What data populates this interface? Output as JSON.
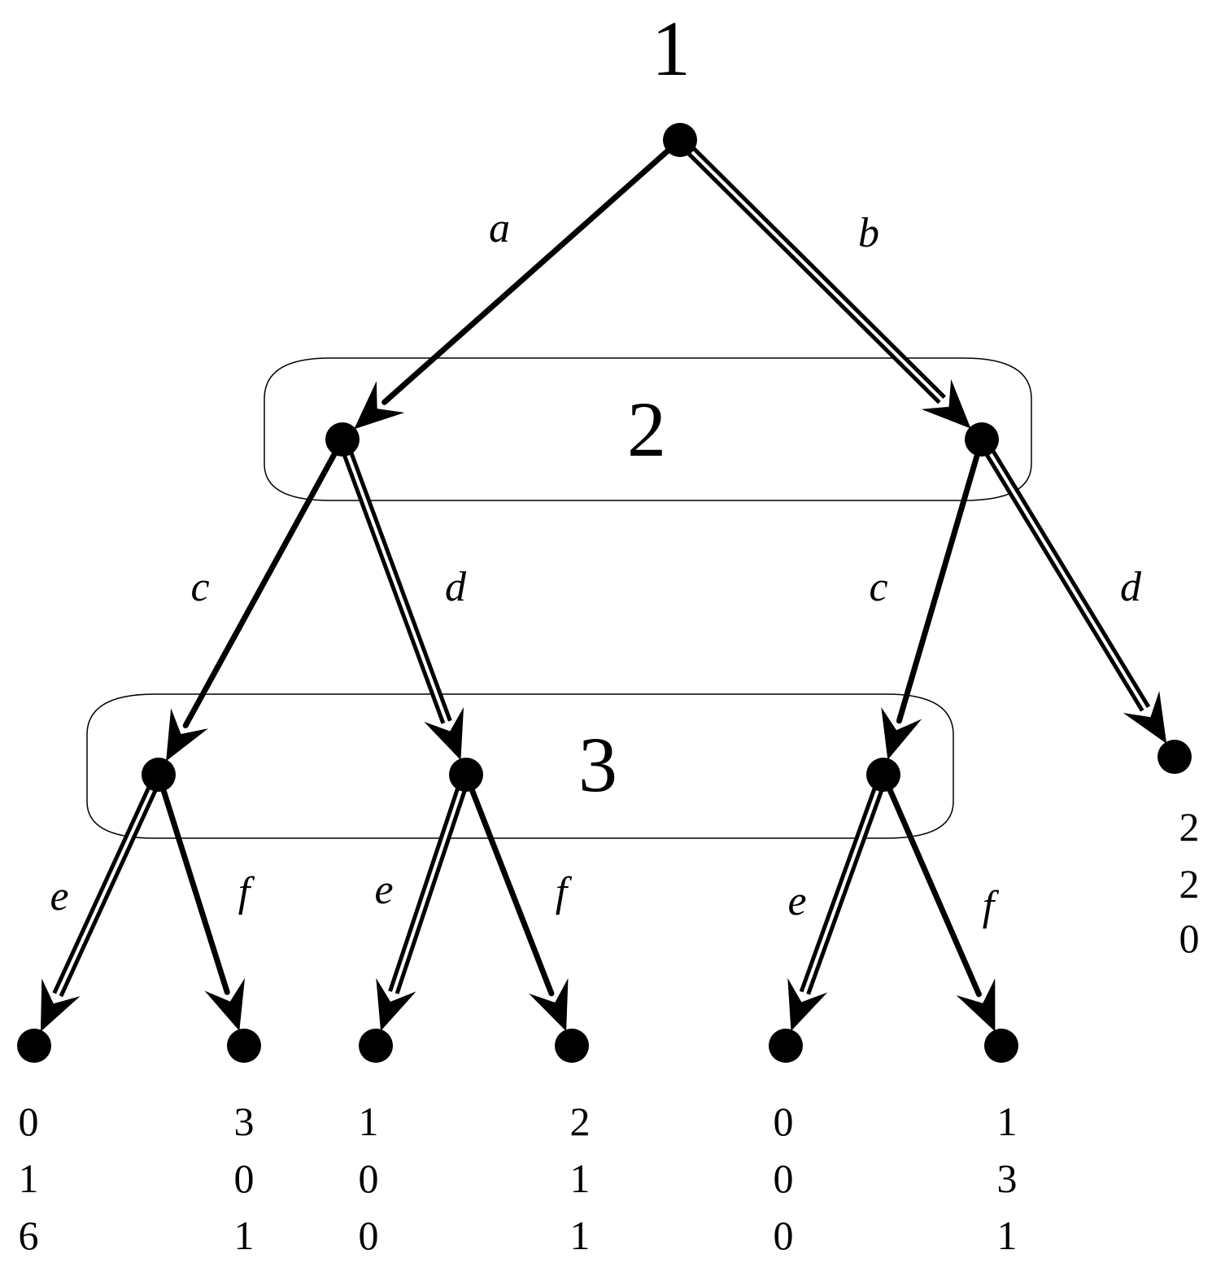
{
  "players": [
    {
      "id": "player-1",
      "label": "1"
    },
    {
      "id": "player-2",
      "label": "2"
    },
    {
      "id": "player-3",
      "label": "3"
    }
  ],
  "edges": [
    {
      "id": "edge-a",
      "label": "a",
      "equilibrium": false
    },
    {
      "id": "edge-b",
      "label": "b",
      "equilibrium": true
    },
    {
      "id": "edge-left-c",
      "label": "c",
      "equilibrium": false
    },
    {
      "id": "edge-left-d",
      "label": "d",
      "equilibrium": true
    },
    {
      "id": "edge-right-c",
      "label": "c",
      "equilibrium": false
    },
    {
      "id": "edge-right-d",
      "label": "d",
      "equilibrium": true
    },
    {
      "id": "edge-ll-e",
      "label": "e",
      "equilibrium": true
    },
    {
      "id": "edge-ll-f",
      "label": "f",
      "equilibrium": false
    },
    {
      "id": "edge-lr-e",
      "label": "e",
      "equilibrium": true
    },
    {
      "id": "edge-lr-f",
      "label": "f",
      "equilibrium": false
    },
    {
      "id": "edge-rl-e",
      "label": "e",
      "equilibrium": true
    },
    {
      "id": "edge-rl-f",
      "label": "f",
      "equilibrium": false
    }
  ],
  "payoffs": [
    {
      "id": "leaf-1",
      "values": [
        "0",
        "1",
        "6"
      ]
    },
    {
      "id": "leaf-2",
      "values": [
        "3",
        "0",
        "1"
      ]
    },
    {
      "id": "leaf-3",
      "values": [
        "1",
        "0",
        "0"
      ]
    },
    {
      "id": "leaf-4",
      "values": [
        "2",
        "1",
        "1"
      ]
    },
    {
      "id": "leaf-5",
      "values": [
        "0",
        "0",
        "0"
      ]
    },
    {
      "id": "leaf-6",
      "values": [
        "1",
        "3",
        "1"
      ]
    },
    {
      "id": "leaf-7",
      "values": [
        "2",
        "2",
        "0"
      ]
    }
  ]
}
